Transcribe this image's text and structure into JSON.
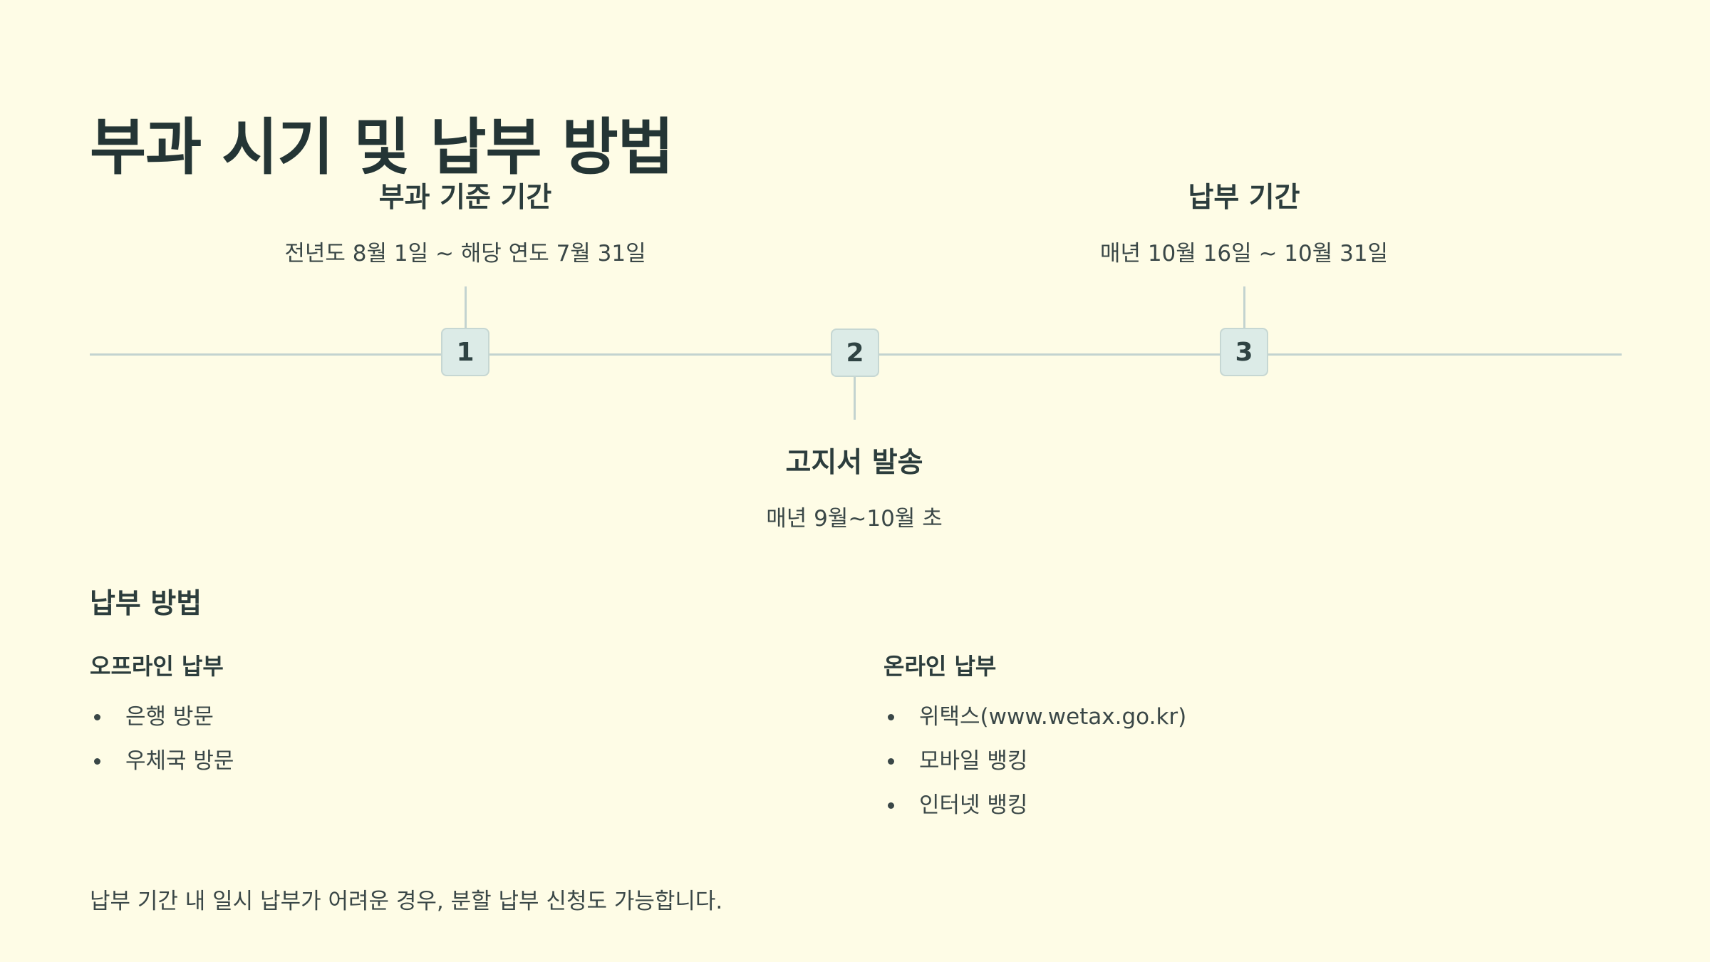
{
  "title": "부과 시기 및 납부 방법",
  "timeline": {
    "steps": [
      {
        "number": "1",
        "heading": "부과 기준 기간",
        "detail": "전년도 8월 1일 ~ 해당 연도 7월 31일"
      },
      {
        "number": "2",
        "heading": "고지서 발송",
        "detail": "매년 9월~10월 초"
      },
      {
        "number": "3",
        "heading": "납부 기간",
        "detail": "매년 10월 16일 ~ 10월 31일"
      }
    ]
  },
  "methods": {
    "heading": "납부 방법",
    "offline": {
      "heading": "오프라인 납부",
      "items": [
        "은행 방문",
        "우체국 방문"
      ]
    },
    "online": {
      "heading": "온라인 납부",
      "items": [
        "위택스(www.wetax.go.kr)",
        "모바일 뱅킹",
        "인터넷 뱅킹"
      ]
    }
  },
  "note": "납부 기간 내 일시 납부가 어려운 경우, 분할 납부 신청도 가능합니다."
}
